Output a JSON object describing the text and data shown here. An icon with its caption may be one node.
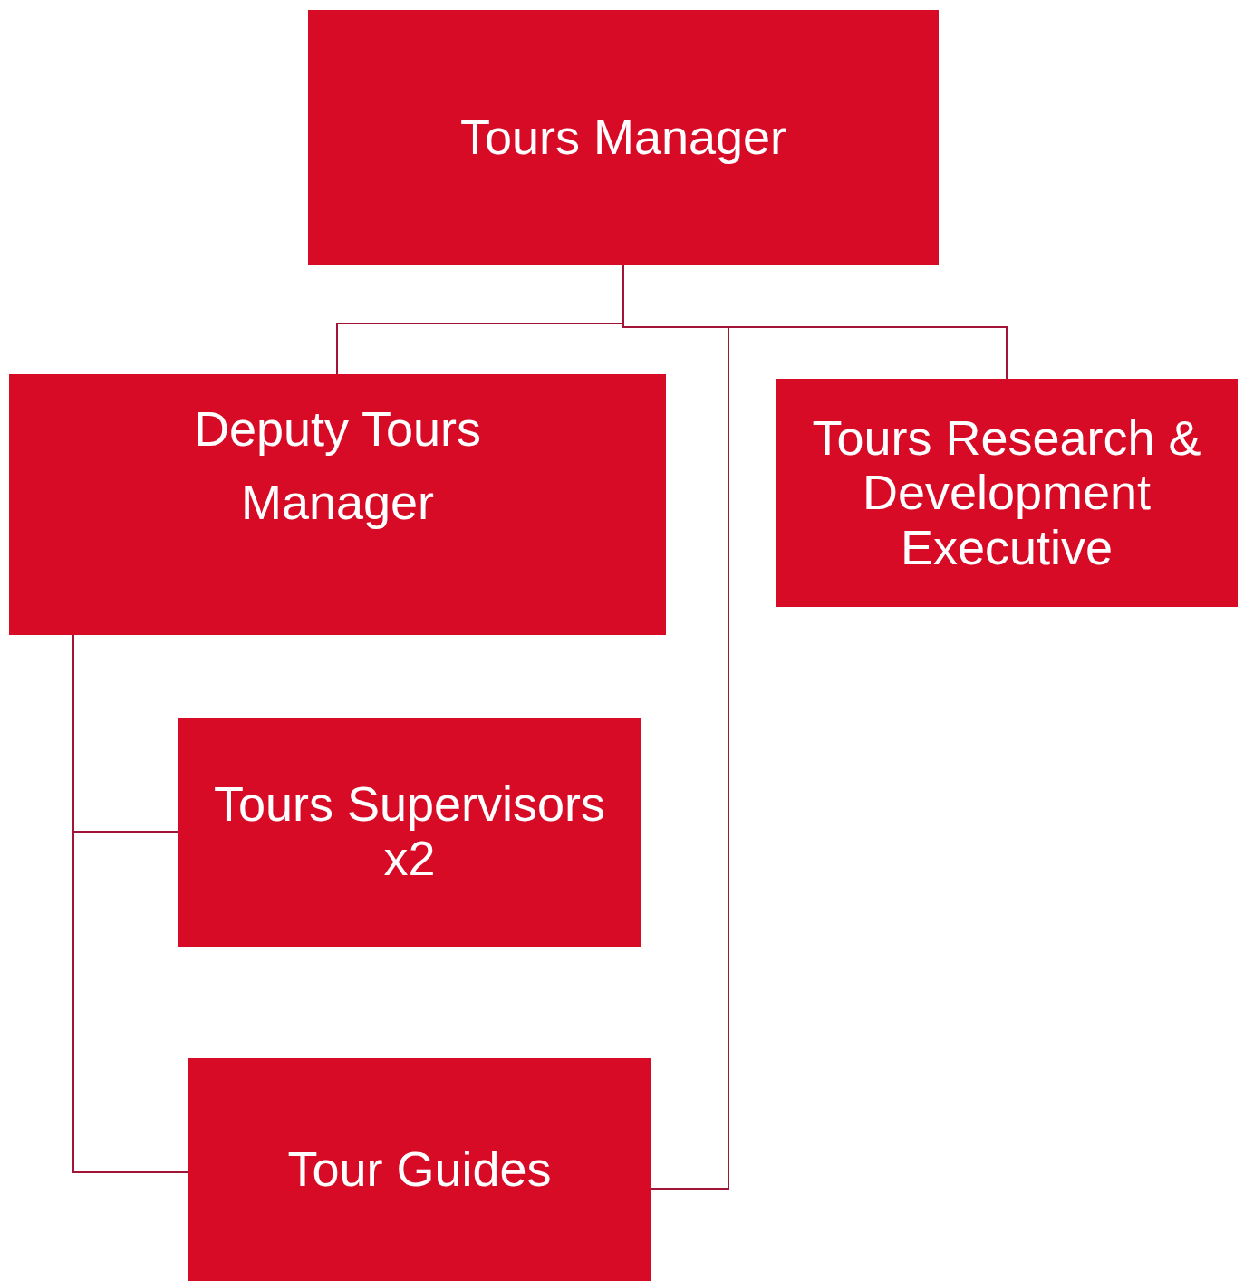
{
  "diagram": {
    "nodes": [
      {
        "text": [
          "Tours Manager"
        ]
      },
      {
        "text": [
          "Deputy Tours Manager"
        ]
      },
      {
        "text": [
          "Tours Research & Development Executive"
        ]
      },
      {
        "text": [
          "Tours Supervisors x2"
        ]
      },
      {
        "text": [
          "Tour Guides"
        ]
      }
    ],
    "edges": [
      {
        "from": 0,
        "to": 1,
        "arrow": "none"
      },
      {
        "from": 0,
        "to": 2,
        "arrow": "none"
      },
      {
        "from": 0,
        "to": 4,
        "arrow": "none"
      },
      {
        "from": 1,
        "to": 3,
        "arrow": "none"
      },
      {
        "from": 1,
        "to": 4,
        "arrow": "none"
      }
    ]
  }
}
